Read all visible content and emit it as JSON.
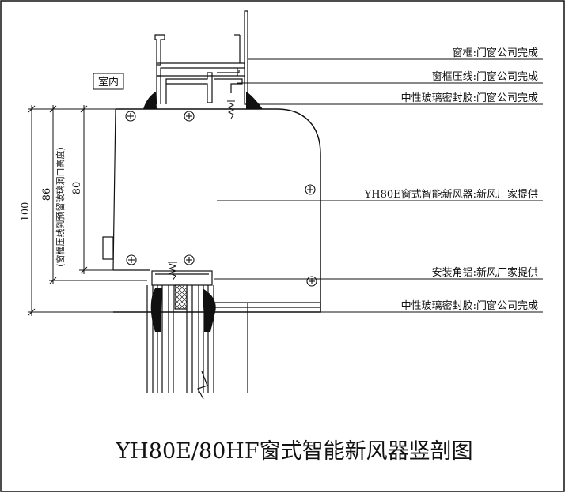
{
  "title": "YH80E/80HF窗式智能新风器竖剖图",
  "room_label": "室内",
  "callouts": [
    "窗框:门窗公司完成",
    "窗框压线:门窗公司完成",
    "中性玻璃密封胶:门窗公司完成",
    "YH80E窗式智能新风器:新风厂家提供",
    "安装角铝:新风厂家提供",
    "中性玻璃密封胶:门窗公司完成"
  ],
  "dimensions": {
    "d100": "100",
    "d86": "86",
    "d86_note": "(窗框压线到预留玻璃洞口高度)",
    "d80": "80"
  }
}
